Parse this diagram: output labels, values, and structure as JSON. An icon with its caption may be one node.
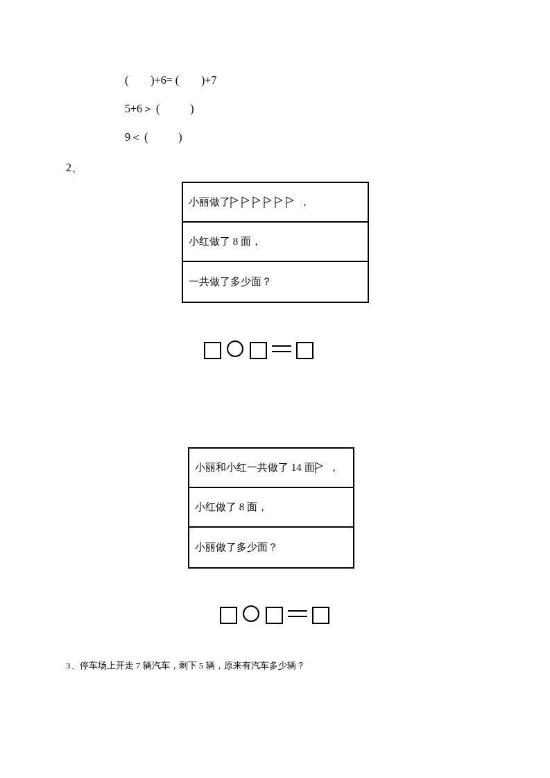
{
  "diagram": {
    "nodes": [
      {
        "text": [
          "小丽做了",
          "，"
        ]
      },
      {
        "text": [
          "小红做了 8 面，"
        ]
      },
      {
        "text": [
          "一共做了多少面？"
        ]
      },
      {
        "text": [
          "小丽和小红一共做了 14 面",
          "，"
        ]
      },
      {
        "text": [
          "小红做了 8 面，"
        ]
      },
      {
        "text": [
          "小丽做了多少面？"
        ]
      }
    ],
    "labels": [
      "(        )+6= (        )+7",
      "5+6＞ (           )",
      "9＜ (           )",
      "2、",
      "3、停车场上开走 7 辆汽车，剩下 5 辆，原来有汽车多少辆？"
    ]
  }
}
